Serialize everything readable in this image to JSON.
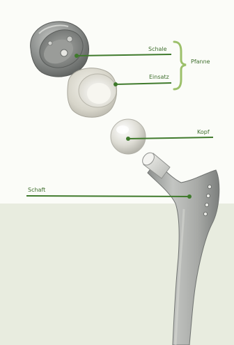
{
  "labels": {
    "schale": "Schale",
    "einsatz": "Einsatz",
    "pfanne": "Pfanne",
    "kopf": "Kopf",
    "schaft": "Schaft"
  },
  "colors": {
    "leader_line": "#3f7a2c",
    "label_text": "#3e6e2d",
    "bracket": "#9cc06a",
    "metal": "#a9abaa",
    "ceramic": "#e4e2d8",
    "background_top": "#fbfcf8",
    "background_bottom": "#e8ecdf"
  }
}
